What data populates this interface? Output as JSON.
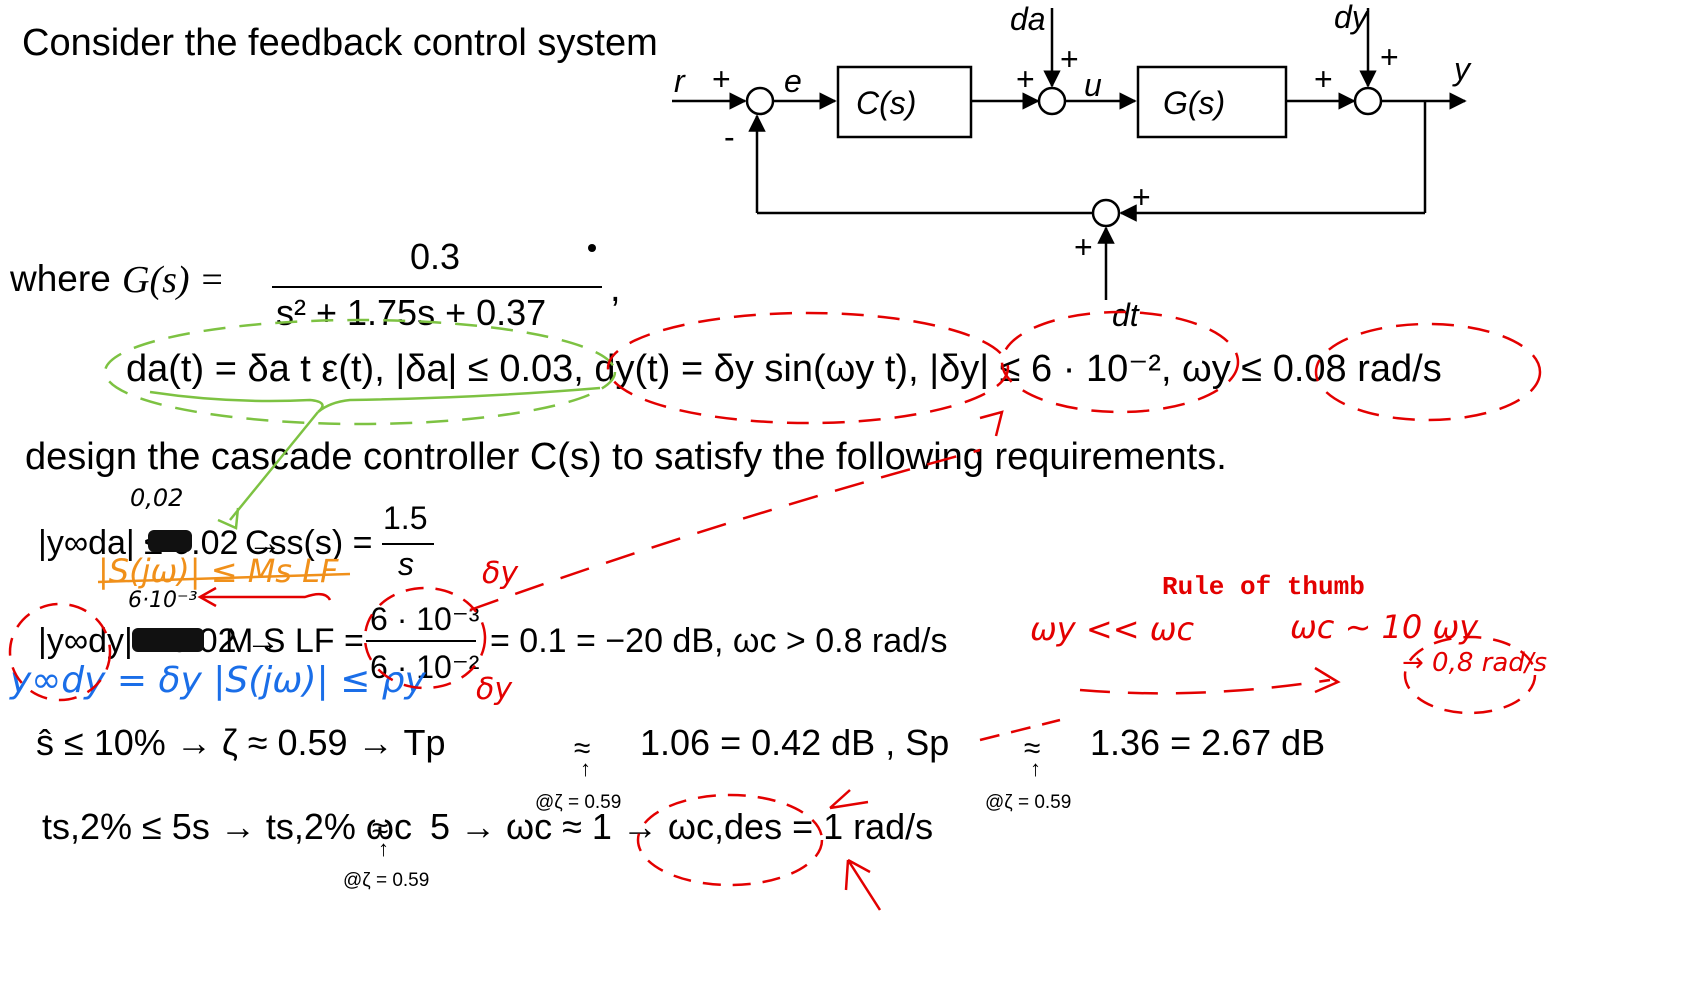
{
  "problem": {
    "intro": "Consider the feedback control system",
    "where_label": "where",
    "G_lhs": "G(s) =",
    "G_num": "0.3",
    "G_den": "s² + 1.75s + 0.37",
    "G_comma": ",",
    "disturbance_line": "da(t) = δa t ε(t), |δa| ≤ 0.03, dy(t) = δy sin(ωy t), |δy| ≤ 6 · 10⁻², ωy ≤ 0.08 rad/s",
    "design_line": "design the cascade controller C(s) to satisfy the following requirements."
  },
  "diagram": {
    "r": "r",
    "e": "e",
    "u": "u",
    "y": "y",
    "da": "da",
    "dy": "dy",
    "dt": "dt",
    "C": "C(s)",
    "G": "G(s)",
    "plus": "+",
    "minus": "-"
  },
  "requirements": {
    "r1_lhs": "|y∞da| ≤ 0.02 → ",
    "r1_rhs": "Css(s) =",
    "r1_num": "1.5",
    "r1_den": "s",
    "r2_lhs": "|y∞dy| ≤ 0.02 → ",
    "r2_rhs": "M S LF =",
    "r2_num": "6 · 10⁻³",
    "r2_den": "6 · 10⁻²",
    "r2_tail": "= 0.1 = −20 dB, ωc > 0.8 rad/s",
    "r3_a": "ŝ ≤ 10% → ζ ≈ 0.59 → Tp",
    "r3_b": "1.06 = 0.42 dB , Sp",
    "r3_c": "1.36 = 2.67 dB",
    "approx": "≈",
    "arrow_up": "↑",
    "at_zeta": "@ζ = 0.59",
    "r4_a": "ts,2% ≤ 5s → ts,2% ωc",
    "r4_b": "5 → ωc ≈ 1 → ωc,des = 1 rad/s"
  },
  "annotations": {
    "rule_title": "Rule of thumb",
    "wy_ll_wc": "ωy << ωc",
    "wc_10wy": "ωc ~ 10 ωy",
    "w08": "→ 0,8 rad/s",
    "note_002": "0,02",
    "note_Sjw_orange": "|S(jω)| ≤ Ms LF",
    "note_610": "6·10⁻³",
    "note_dy_top": "δy",
    "note_dy_bottom": "δy",
    "note_blue": "y∞dy = δy |S(jω)| ≤ ρy",
    "colors": {
      "red": "#e30000",
      "green": "#7dc242",
      "orange": "#f0901a",
      "blue": "#1a6ee8"
    }
  }
}
